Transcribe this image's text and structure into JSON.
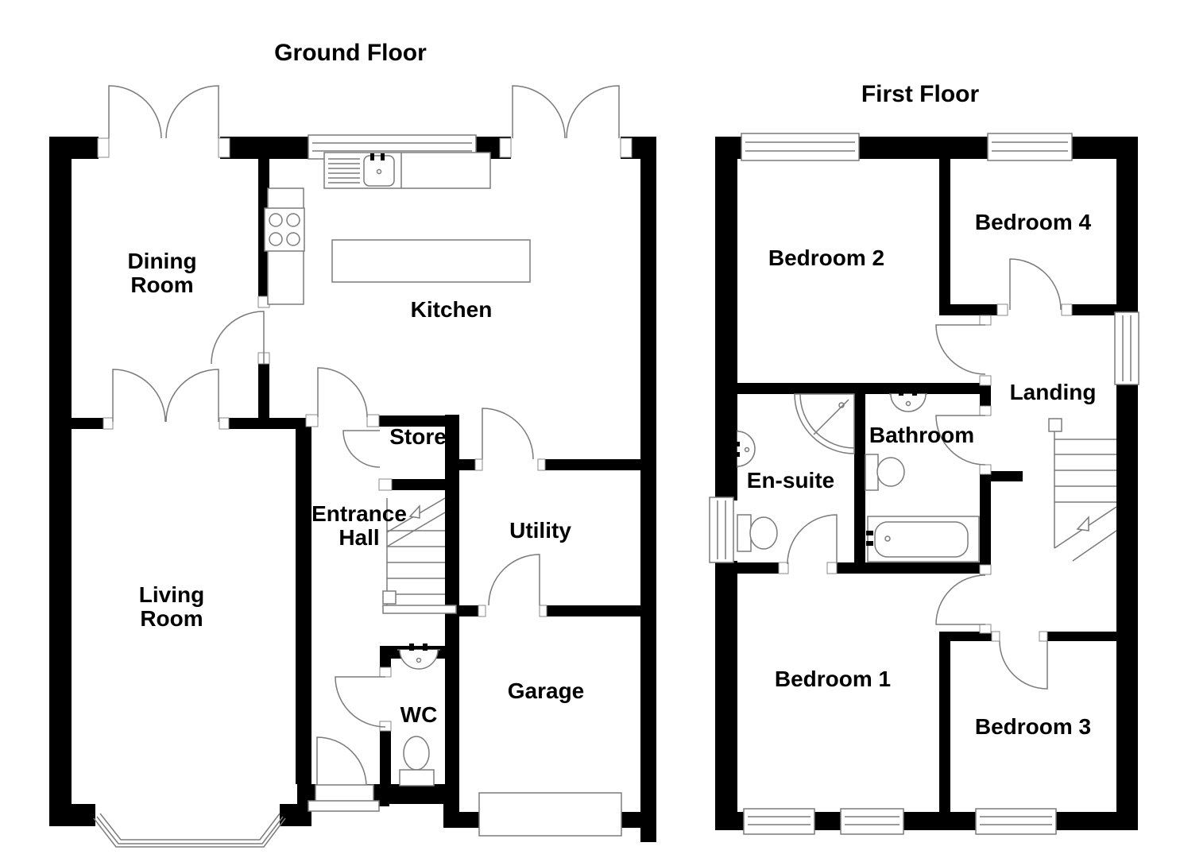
{
  "titles": {
    "ground": "Ground Floor",
    "first": "First Floor"
  },
  "ground_floor": {
    "dining": "Dining\nRoom",
    "kitchen": "Kitchen",
    "living": "Living\nRoom",
    "store": "Store",
    "entrance": "Entrance\nHall",
    "utility": "Utility",
    "wc": "WC",
    "garage": "Garage"
  },
  "first_floor": {
    "bedroom2": "Bedroom 2",
    "bedroom4": "Bedroom 4",
    "landing": "Landing",
    "bathroom": "Bathroom",
    "ensuite": "En-suite",
    "bedroom1": "Bedroom 1",
    "bedroom3": "Bedroom 3"
  },
  "colors": {
    "wall": "#000000",
    "line": "#7b7b7b",
    "background": "#ffffff"
  }
}
